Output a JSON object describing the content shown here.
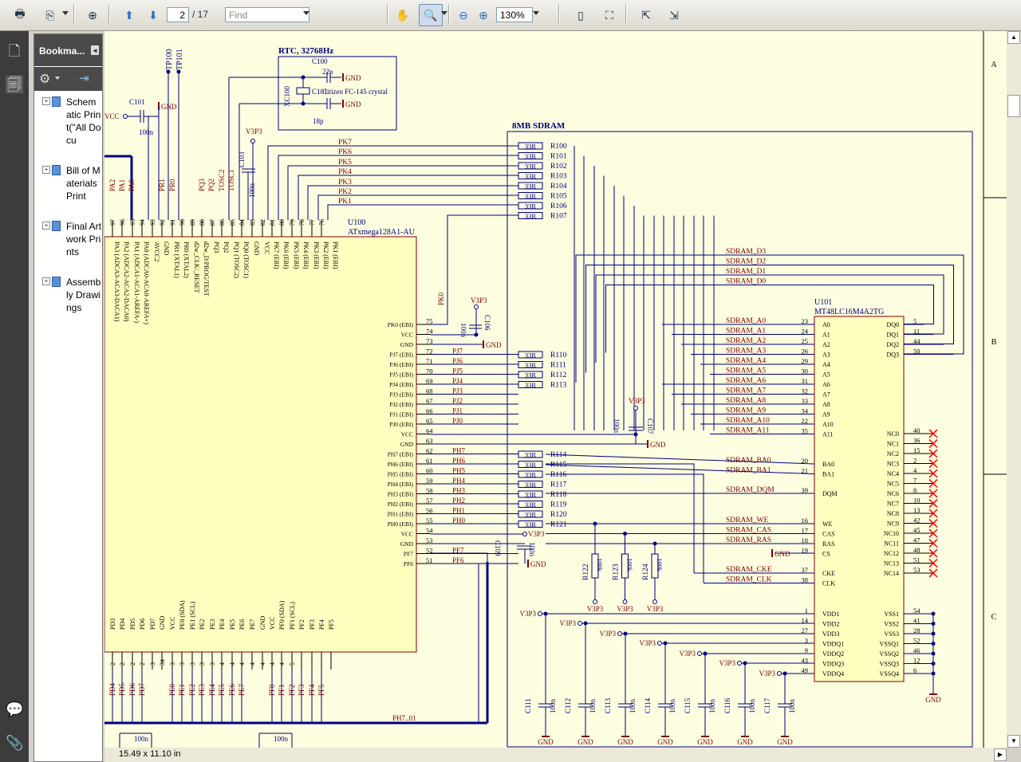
{
  "toolbar": {
    "page_current": "2",
    "page_total": "/ 17",
    "find_placeholder": "Find",
    "zoom": "130%"
  },
  "bookmarks": {
    "title": "Bookma...",
    "close": "◂",
    "items": [
      {
        "label": "Schematic Print(\"All Docu"
      },
      {
        "label": "Bill of Materials Print"
      },
      {
        "label": "Final Artwork Prints"
      },
      {
        "label": "Assembly Drawings"
      }
    ]
  },
  "status": {
    "page_size": "15.49 x 11.10 in"
  },
  "schematic": {
    "border_labels": [
      "A",
      "B",
      "C"
    ],
    "rtc": {
      "title": "RTC, 32768Hz",
      "crystal": "XC100",
      "crystal_desc": "Citizen FC-145 crystal",
      "c100": "C100",
      "c100_val": "22p",
      "c101b": "C101",
      "c101b_val": "18p",
      "gnd": "GND"
    },
    "tp": [
      "TP100",
      "TP101"
    ],
    "c101": {
      "name": "C101",
      "val": "100n",
      "vcc": "VCC",
      "gnd": "GND"
    },
    "c103": {
      "name": "C103",
      "val": "100n",
      "v3p3": "V3P3"
    },
    "sdram_block": {
      "title": "8MB SDRAM"
    },
    "u100": {
      "ref": "U100",
      "part": "ATxmega128A1-AU"
    },
    "u101": {
      "ref": "U101",
      "part": "MT48LC16M4A2TG"
    },
    "top_pins_nums": [
      "97",
      "96",
      "95",
      "94",
      "93",
      "92",
      "91",
      "90",
      "89",
      "88",
      "87",
      "86",
      "85",
      "84",
      "83",
      "82",
      "81",
      "80",
      "79",
      "78",
      "77",
      "76"
    ],
    "top_pin_names": [
      "PA3 (ADCA3-ACA3-DACA1)",
      "PA2 (ADCA2-ACA2-DACA0)",
      "PA1 (ADCA1-ACA1-AREFA-)",
      "PA0 (ADCA0-ACA0-AREFA+)",
      "AVCC2",
      "GND",
      "PR1 (XTAL1)",
      "PR0 (XTAL2)",
      "d2w_CLK/_RESET",
      "d2w_D/PROG/TEST",
      "PQ3",
      "PQ2",
      "PQ1 (TOSC2)",
      "PQ0 (TOSC1)",
      "GND",
      "VCC",
      "PK7 (EBI)",
      "PK6 (EBI)",
      "PK5 (EBI)",
      "PK4 (EBI)",
      "PK3 (EBI)",
      "PK2 (EBI)",
      "PK1 (EBI)"
    ],
    "top_nets": [
      "PA2",
      "PA1",
      "PA0",
      "PR1",
      "PR0",
      "PQ3",
      "PQ2",
      "TOSC2",
      "TOSC1"
    ],
    "pk_nets": [
      "PK7",
      "PK6",
      "PK5",
      "PK4",
      "PK3",
      "PK2",
      "PK1"
    ],
    "pk0": "PK0",
    "res_top": [
      {
        "v": "33R",
        "r": "R100"
      },
      {
        "v": "33R",
        "r": "R101"
      },
      {
        "v": "33R",
        "r": "R102"
      },
      {
        "v": "33R",
        "r": "R103"
      },
      {
        "v": "33R",
        "r": "R104"
      },
      {
        "v": "33R",
        "r": "R105"
      },
      {
        "v": "33R",
        "r": "R106"
      },
      {
        "v": "33R",
        "r": "R107"
      }
    ],
    "res_pj": [
      {
        "v": "33R",
        "r": "R110"
      },
      {
        "v": "33R",
        "r": "R111"
      },
      {
        "v": "33R",
        "r": "R112"
      },
      {
        "v": "33R",
        "r": "R113"
      }
    ],
    "res_ph": [
      {
        "v": "33R",
        "r": "R114"
      },
      {
        "v": "33R",
        "r": "R115"
      },
      {
        "v": "33R",
        "r": "R116"
      },
      {
        "v": "33R",
        "r": "R117"
      },
      {
        "v": "33R",
        "r": "R118"
      },
      {
        "v": "33R",
        "r": "R119"
      },
      {
        "v": "33R",
        "r": "R120"
      },
      {
        "v": "33R",
        "r": "R121"
      }
    ],
    "right_pins": [
      {
        "n": "75",
        "l": "PK0 (EBI)",
        "net": ""
      },
      {
        "n": "74",
        "l": "VCC",
        "net": ""
      },
      {
        "n": "73",
        "l": "GND",
        "net": ""
      },
      {
        "n": "72",
        "l": "PJ7 (EBI)",
        "net": "PJ7"
      },
      {
        "n": "71",
        "l": "PJ6 (EBI)",
        "net": "PJ6"
      },
      {
        "n": "70",
        "l": "PJ5 (EBI)",
        "net": "PJ5"
      },
      {
        "n": "69",
        "l": "PJ4 (EBI)",
        "net": "PJ4"
      },
      {
        "n": "68",
        "l": "PJ3 (EBI)",
        "net": "PJ3"
      },
      {
        "n": "67",
        "l": "PJ2 (EBI)",
        "net": "PJ2"
      },
      {
        "n": "66",
        "l": "PJ1 (EBI)",
        "net": "PJ1"
      },
      {
        "n": "65",
        "l": "PJ0 (EBI)",
        "net": "PJ0"
      },
      {
        "n": "64",
        "l": "VCC",
        "net": ""
      },
      {
        "n": "63",
        "l": "GND",
        "net": ""
      },
      {
        "n": "62",
        "l": "PH7 (EBI)",
        "net": "PH7"
      },
      {
        "n": "61",
        "l": "PH6 (EBI)",
        "net": "PH6"
      },
      {
        "n": "60",
        "l": "PH5 (EBI)",
        "net": "PH5"
      },
      {
        "n": "59",
        "l": "PH4 (EBI)",
        "net": "PH4"
      },
      {
        "n": "58",
        "l": "PH3 (EBI)",
        "net": "PH3"
      },
      {
        "n": "57",
        "l": "PH2 (EBI)",
        "net": "PH2"
      },
      {
        "n": "56",
        "l": "PH1 (EBI)",
        "net": "PH1"
      },
      {
        "n": "55",
        "l": "PH0 (EBI)",
        "net": "PH0"
      },
      {
        "n": "54",
        "l": "VCC",
        "net": ""
      },
      {
        "n": "53",
        "l": "GND",
        "net": ""
      },
      {
        "n": "52",
        "l": "PF7",
        "net": "PF7"
      },
      {
        "n": "51",
        "l": "PF6",
        "net": "PF6"
      }
    ],
    "bottom_pin_names": [
      "PD3",
      "PD4",
      "PD5",
      "PD6",
      "PD7",
      "GND",
      "VCC",
      "PE0 (SDA)",
      "PE1 (SCL)",
      "PE2",
      "PE3",
      "PE4",
      "PE5",
      "PE6",
      "PE7",
      "GND",
      "VCC",
      "PF0 (SDA)",
      "PF1 (SCL)",
      "PF2",
      "PF3",
      "PF4",
      "PF5"
    ],
    "bottom_nums": [
      "2",
      "2",
      "2",
      "2",
      "3",
      "34",
      "3",
      "3",
      "3",
      "3",
      "3",
      "4",
      "4",
      "4",
      "4",
      "4",
      "4",
      "4",
      "5"
    ],
    "bottom_nets": [
      "PD4",
      "PD5",
      "PD6",
      "PD7",
      "PE0",
      "PE1",
      "PE2",
      "PE3",
      "PE4",
      "PE5",
      "PE6",
      "PE7",
      "PF0",
      "PF1",
      "PF2",
      "PF3",
      "PF4",
      "PF5"
    ],
    "bus_label": "PH7..01",
    "bottom_caps": [
      "100n",
      "100n"
    ],
    "c106": {
      "name": "C106",
      "val": "100n",
      "v": "V3P3",
      "gnd": "GND"
    },
    "c107": {
      "name": "C107",
      "val": "100n",
      "v": "V3P3",
      "gnd": "GND"
    },
    "c109": {
      "name": "C109",
      "val": "100n",
      "v": "V3P3",
      "gnd": "GND"
    },
    "sdram_d": [
      "SDRAM_D3",
      "SDRAM_D2",
      "SDRAM_D1",
      "SDRAM_D0"
    ],
    "sdram_a": [
      {
        "net": "SDRAM_A0",
        "n": "23",
        "p": "A0"
      },
      {
        "net": "SDRAM_A1",
        "n": "24",
        "p": "A1"
      },
      {
        "net": "SDRAM_A2",
        "n": "25",
        "p": "A2"
      },
      {
        "net": "SDRAM_A3",
        "n": "26",
        "p": "A3"
      },
      {
        "net": "SDRAM_A4",
        "n": "29",
        "p": "A4"
      },
      {
        "net": "SDRAM_A5",
        "n": "30",
        "p": "A5"
      },
      {
        "net": "SDRAM_A6",
        "n": "31",
        "p": "A6"
      },
      {
        "net": "SDRAM_A7",
        "n": "32",
        "p": "A7"
      },
      {
        "net": "SDRAM_A8",
        "n": "33",
        "p": "A8"
      },
      {
        "net": "SDRAM_A9",
        "n": "34",
        "p": "A9"
      },
      {
        "net": "SDRAM_A10",
        "n": "22",
        "p": "A10"
      },
      {
        "net": "SDRAM_A11",
        "n": "35",
        "p": "A11"
      }
    ],
    "dq": [
      {
        "p": "DQ0",
        "n": "5"
      },
      {
        "p": "DQ1",
        "n": "11"
      },
      {
        "p": "DQ2",
        "n": "44"
      },
      {
        "p": "DQ3",
        "n": "50"
      }
    ],
    "ba": [
      {
        "net": "SDRAM_BA0",
        "n": "20",
        "p": "BA0"
      },
      {
        "net": "SDRAM_BA1",
        "n": "21",
        "p": "BA1"
      }
    ],
    "dqm": {
      "net": "SDRAM_DQM",
      "n": "39",
      "p": "DQM"
    },
    "ctrl": [
      {
        "net": "SDRAM_WE",
        "n": "16",
        "p": "WE"
      },
      {
        "net": "SDRAM_CAS",
        "n": "17",
        "p": "CAS"
      },
      {
        "net": "SDRAM_RAS",
        "n": "18",
        "p": "RAS"
      },
      {
        "net": "",
        "n": "19",
        "p": "CS"
      }
    ],
    "clk": [
      {
        "net": "SDRAM_CKE",
        "n": "37",
        "p": "CKE"
      },
      {
        "net": "SDRAM_CLK",
        "n": "38",
        "p": "CLK"
      }
    ],
    "nc": [
      {
        "p": "NC0",
        "n": "40"
      },
      {
        "p": "NC1",
        "n": "36"
      },
      {
        "p": "NC2",
        "n": "15"
      },
      {
        "p": "NC3",
        "n": "2"
      },
      {
        "p": "NC4",
        "n": "4"
      },
      {
        "p": "NC5",
        "n": "7"
      },
      {
        "p": "NC6",
        "n": "8"
      },
      {
        "p": "NC7",
        "n": "10"
      },
      {
        "p": "NC8",
        "n": "13"
      },
      {
        "p": "NC9",
        "n": "42"
      },
      {
        "p": "NC10",
        "n": "45"
      },
      {
        "p": "NC11",
        "n": "47"
      },
      {
        "p": "NC12",
        "n": "48"
      },
      {
        "p": "NC13",
        "n": "51"
      },
      {
        "p": "NC14",
        "n": "53"
      }
    ],
    "vdd": [
      {
        "p": "VDD1",
        "n": "1"
      },
      {
        "p": "VDD2",
        "n": "14"
      },
      {
        "p": "VDD3",
        "n": "27"
      },
      {
        "p": "VDDQ1",
        "n": "3"
      },
      {
        "p": "VDDQ2",
        "n": "9"
      },
      {
        "p": "VDDQ3",
        "n": "43"
      },
      {
        "p": "VDDQ4",
        "n": "49"
      }
    ],
    "vss": [
      {
        "p": "VSS1",
        "n": "54"
      },
      {
        "p": "VSS2",
        "n": "41"
      },
      {
        "p": "VSS3",
        "n": "28"
      },
      {
        "p": "VSSQ1",
        "n": "52"
      },
      {
        "p": "VSSQ2",
        "n": "46"
      },
      {
        "p": "VSSQ3",
        "n": "12"
      },
      {
        "p": "VSSQ4",
        "n": "6"
      }
    ],
    "pullups": [
      {
        "r": "R122",
        "v": "100k"
      },
      {
        "r": "R123",
        "v": "100k"
      },
      {
        "r": "R124",
        "v": "100k"
      }
    ],
    "decaps": [
      {
        "c": "C111",
        "v": "100n"
      },
      {
        "c": "C112",
        "v": "100n"
      },
      {
        "c": "C113",
        "v": "100n"
      },
      {
        "c": "C114",
        "v": "100n"
      },
      {
        "c": "C115",
        "v": "100n"
      },
      {
        "c": "C116",
        "v": "100n"
      },
      {
        "c": "C117",
        "v": "100n"
      }
    ],
    "v3p3": "V3P3",
    "gnd": "GND",
    "cs_gnd": "GND"
  },
  "colors": {
    "paper": "#fdfde0",
    "wire": "#000080",
    "net": "#800000",
    "chip": "#ffffc0",
    "chipstroke": "#800000",
    "nc": "#ff0000"
  }
}
